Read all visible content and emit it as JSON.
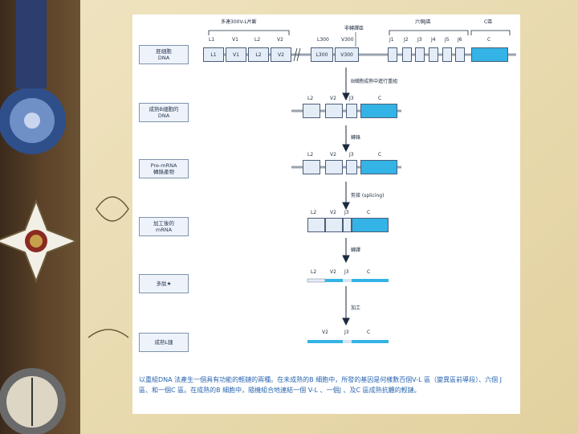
{
  "header": {
    "vl_group": "多達300V-L片斷",
    "nontranscribed": "非轉譯區",
    "j_group": "六個J區",
    "c_group": "C區"
  },
  "germline_segments": [
    "L1",
    "V1",
    "L2",
    "V2",
    "L300",
    "V300",
    "J1",
    "J2",
    "J3",
    "J4",
    "J5",
    "J6",
    "C"
  ],
  "rows": [
    {
      "label": "胚細胞\nDNA"
    },
    {
      "label": "成熟B細胞的\nDNA",
      "segments": [
        "L2",
        "V2",
        "J3",
        "C"
      ]
    },
    {
      "label": "Pre-mRNA\n轉錄產物",
      "segments": [
        "L2",
        "V2",
        "J3",
        "C"
      ]
    },
    {
      "label": "加工後的\nmRNA",
      "segments": [
        "L2",
        "V2",
        "J3",
        "C"
      ]
    },
    {
      "label": "多肽★",
      "segments": [
        "L2",
        "V2",
        "J3",
        "C"
      ]
    },
    {
      "label": "成熟L鏈",
      "segments": [
        "V2",
        "J3",
        "C"
      ]
    }
  ],
  "steps": [
    "B細胞成熟中進行重組",
    "轉錄",
    "剪接 (splicing)",
    "轉譯",
    "加工"
  ],
  "caption": "以重組DNA 法產生一個具有功能的輕鏈的兩種。在未成熟的B 細胞中，所發的基因是何樣數百個V-L 區（變異區前導段）、六個 J 區、和一個C 區。在成熟的B 細胞中，隨機組合地連結一個 V-L 、一個J 、及C 區成熟抗體的輕鏈。"
}
